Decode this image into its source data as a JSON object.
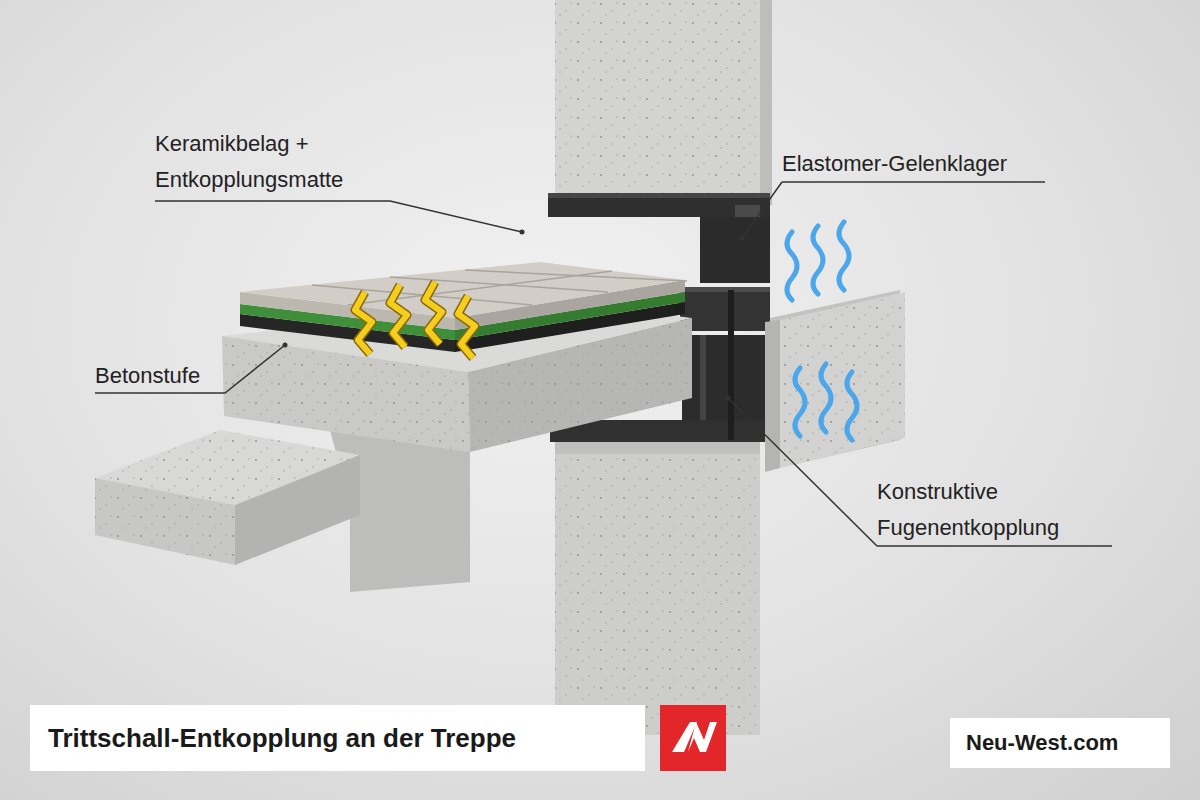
{
  "diagram": {
    "title": "Trittschall-Entkopplung an der Treppe",
    "labels": [
      "Keramikbelag + Entkopplungsmatte",
      "Betonstufe",
      "Elastomer-Gelenklager",
      "Konstruktive Fugenentkopplung",
      "Neu-West.com"
    ]
  }
}
